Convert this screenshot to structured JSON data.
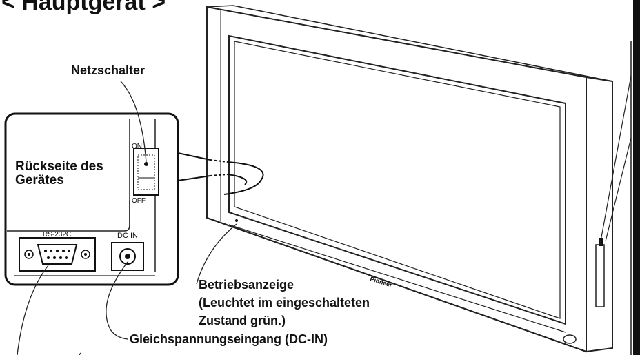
{
  "heading": "< Hauptgerät >",
  "labels": {
    "power_switch": "Netzschalter",
    "rear_panel": "Rückseite des",
    "rear_panel_2": "Gerätes",
    "on": "ON",
    "off": "OFF",
    "rs232c": "RS-232C",
    "dc_in": "DC IN",
    "indicator_line1": "Betriebsanzeige",
    "indicator_line2": "(Leuchtet im eingeschalteten",
    "indicator_line3": "Zustand grün.)",
    "dc_input": "Gleichspannungseingang (DC-IN)",
    "brand": "Pioneer"
  },
  "colors": {
    "ink": "#111111",
    "line": "#222222",
    "panel_fill": "#ffffff"
  }
}
